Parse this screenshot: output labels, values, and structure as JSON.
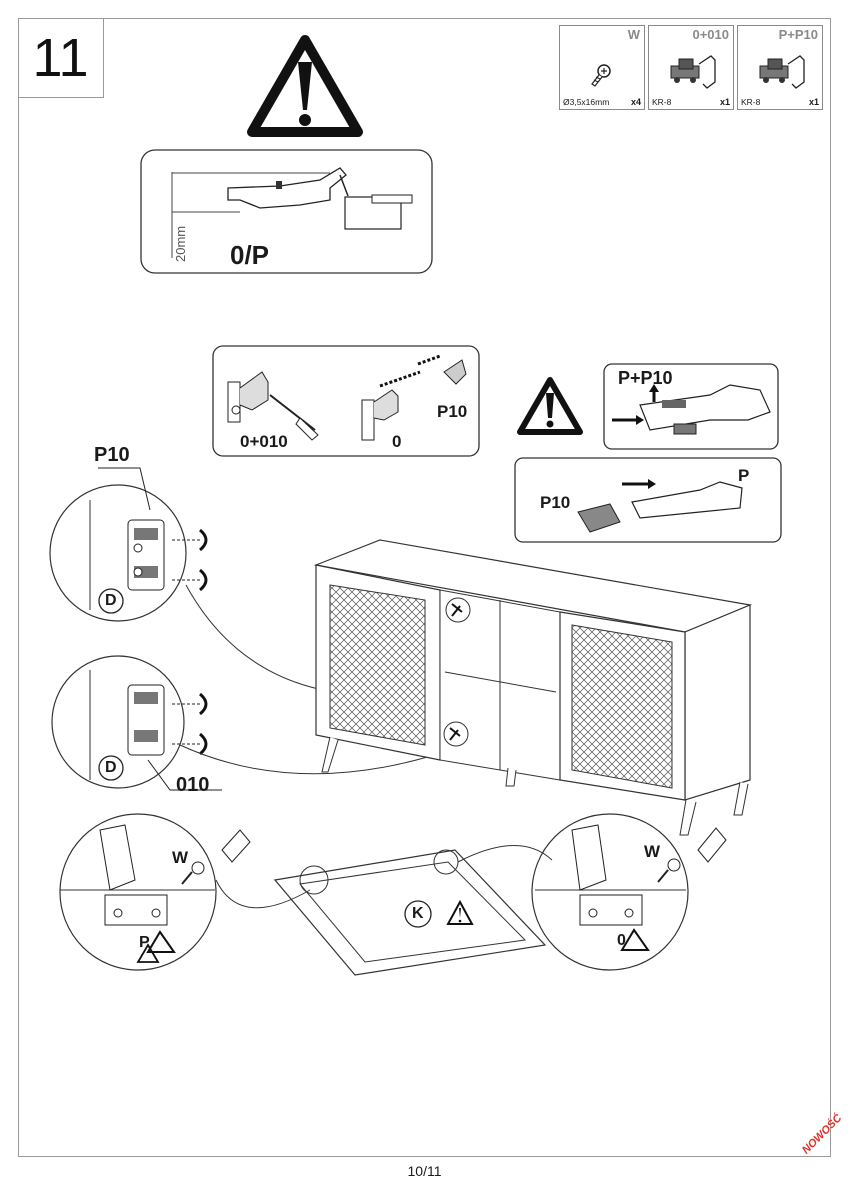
{
  "step": {
    "number": "11"
  },
  "parts": [
    {
      "code": "W",
      "spec": "Ø3,5x16mm",
      "qty": "x4",
      "icon": "screw-icon"
    },
    {
      "code": "0+010",
      "spec": "KR-8",
      "qty": "x1",
      "icon": "hinge-icon"
    },
    {
      "code": "P+P10",
      "spec": "KR-8",
      "qty": "x1",
      "icon": "hinge-icon"
    }
  ],
  "hinge_detail": {
    "dimension": "20mm",
    "label": "0/P"
  },
  "variants": {
    "a": "0+010",
    "b": "0",
    "c": "P10"
  },
  "warning_panel": {
    "top_label": "P+P10",
    "bottom_p10": "P10",
    "bottom_p": "P"
  },
  "callouts": {
    "p10": "P10",
    "d_upper": "D",
    "d_lower": "D",
    "label_010": "010",
    "w_left": "W",
    "p_left": "P",
    "k": "K",
    "w_right": "W",
    "zero_right": "0"
  },
  "footer": {
    "page": "10/11",
    "brand": "NOWOŚĆ"
  }
}
